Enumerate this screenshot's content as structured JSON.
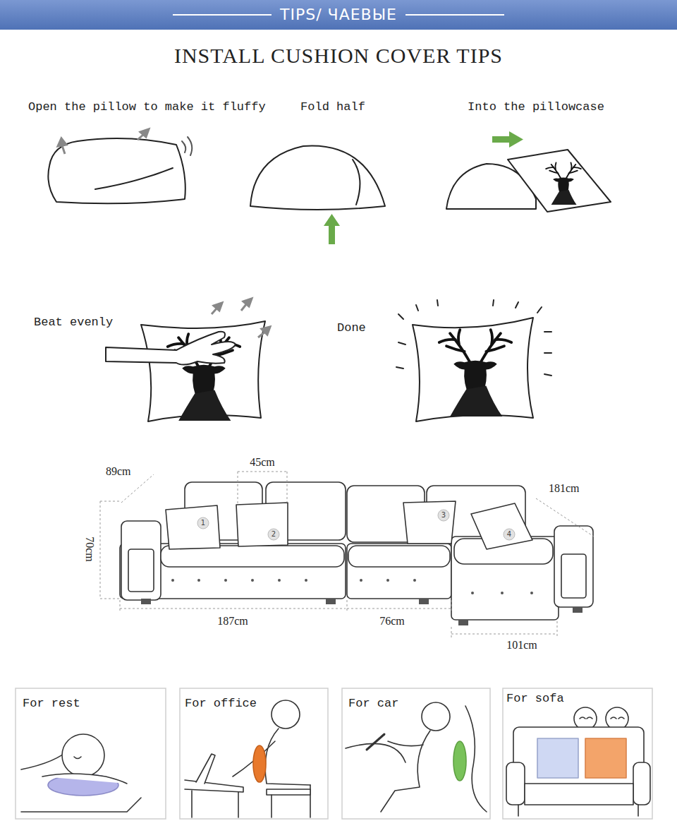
{
  "diagram": {
    "title": "INSTALL CUSHION COVER TIPS",
    "labels": [
      "TIPS/ ЧАЕВЫЕ",
      "Open the pillow to make it fluffy",
      "Fold half",
      "Into the pillowcase",
      "Beat evenly",
      "Done",
      "89cm",
      "45cm",
      "181cm",
      "70cm",
      "1",
      "2",
      "3",
      "4",
      "187cm",
      "76cm",
      "101cm",
      "For rest",
      "For office",
      "For car",
      "For sofa"
    ]
  }
}
